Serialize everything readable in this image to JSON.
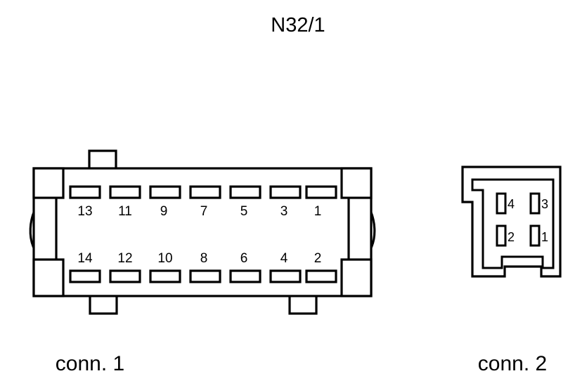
{
  "diagram": {
    "title": "N32/1",
    "type": "connector-pinout",
    "background_color": "#ffffff",
    "line_color": "#000000",
    "connectors": [
      {
        "id": "conn-1",
        "caption": "conn. 1",
        "pin_count": 14,
        "shape": "rectangular-housing-with-locking-tabs",
        "rows": [
          {
            "row_name": "top-row",
            "number_position": "below-slot",
            "pins": [
              "13",
              "11",
              "9",
              "7",
              "5",
              "3",
              "1"
            ]
          },
          {
            "row_name": "bottom-row",
            "number_position": "above-slot",
            "pins": [
              "14",
              "12",
              "10",
              "8",
              "6",
              "4",
              "2"
            ]
          }
        ]
      },
      {
        "id": "conn-2",
        "caption": "conn. 2",
        "pin_count": 4,
        "shape": "keyed-housing-with-notch",
        "rows": [
          {
            "row_name": "top-row",
            "number_position": "right-of-slot",
            "pins": [
              "4",
              "3"
            ]
          },
          {
            "row_name": "bottom-row",
            "number_position": "right-of-slot",
            "pins": [
              "2",
              "1"
            ]
          }
        ]
      }
    ]
  }
}
